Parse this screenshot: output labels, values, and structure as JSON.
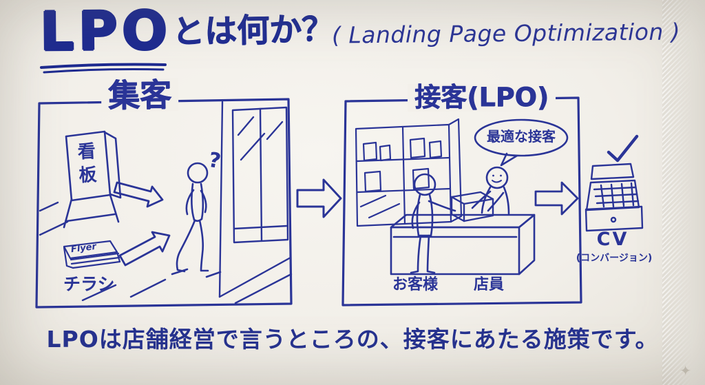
{
  "colors": {
    "ink": "#2a3497",
    "ink_dark": "#1d2a90",
    "paper": "#f3f0ea"
  },
  "title": {
    "main": "LPO",
    "suffix": "とは何か？",
    "en": "( Landing Page Optimization )"
  },
  "panel_attract": {
    "title": "集客",
    "signboard": "看板",
    "flyer_brand": "Flyer",
    "flyer_caption": "チラシ",
    "question": "?"
  },
  "panel_service": {
    "title": "接客(LPO)",
    "bubble": "最適な接客",
    "customer": "お客様",
    "clerk": "店員"
  },
  "conversion": {
    "label": "CV",
    "sub": "(コンバージョン)"
  },
  "caption": "LPOは店舗経営で言うところの、接客にあたる施策です。",
  "napkin_sparkle": "✦"
}
